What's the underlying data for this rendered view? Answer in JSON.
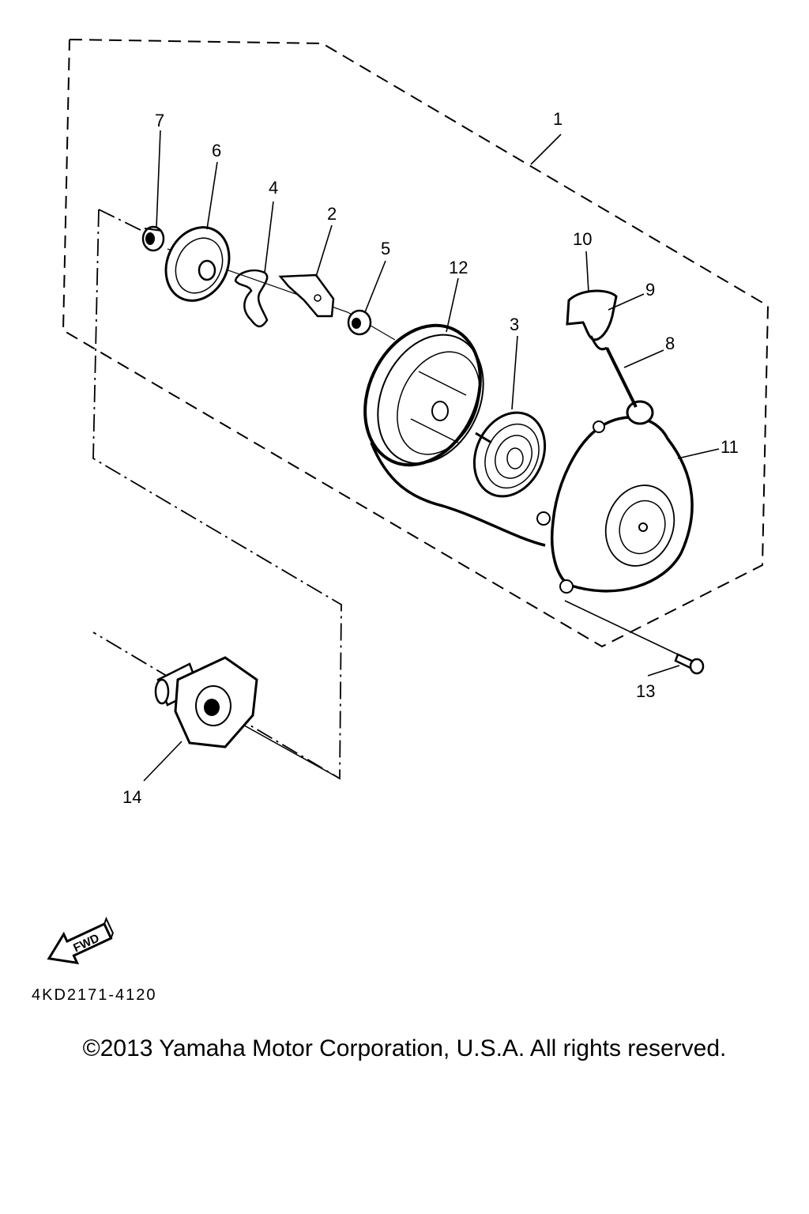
{
  "callouts": [
    {
      "id": "1",
      "label": "1"
    },
    {
      "id": "2",
      "label": "2"
    },
    {
      "id": "3",
      "label": "3"
    },
    {
      "id": "4",
      "label": "4"
    },
    {
      "id": "5",
      "label": "5"
    },
    {
      "id": "6",
      "label": "6"
    },
    {
      "id": "7",
      "label": "7"
    },
    {
      "id": "8",
      "label": "8"
    },
    {
      "id": "9",
      "label": "9"
    },
    {
      "id": "10",
      "label": "10"
    },
    {
      "id": "11",
      "label": "11"
    },
    {
      "id": "12",
      "label": "12"
    },
    {
      "id": "13",
      "label": "13"
    },
    {
      "id": "14",
      "label": "14"
    }
  ],
  "fwd_label": "FWD",
  "diagram_code": "4KD2171-4120",
  "copyright": "©2013 Yamaha Motor Corporation, U.S.A. All rights reserved."
}
